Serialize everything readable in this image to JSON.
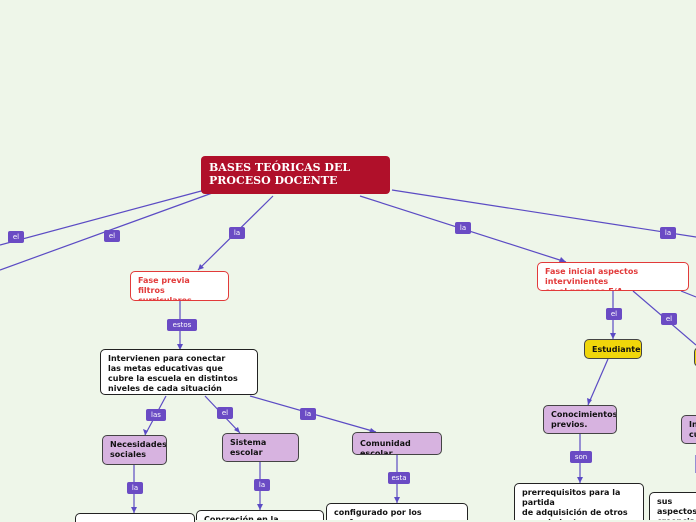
{
  "root": {
    "title": "BASES TEÓRICAS DEL\nPROCESO DOCENTE"
  },
  "fase_previa": {
    "title": "Fase previa\nfiltros curriculares"
  },
  "intervienen": {
    "text": "Intervienen para conectar\nlas metas educativas que\ncubre la escuela en distintos\nniveles de cada situación educativa."
  },
  "necesidades": {
    "text": "Necesidades\nsociales"
  },
  "sistema": {
    "text": "Sistema\nescolar"
  },
  "comunidad": {
    "text": "Comunidad escolar"
  },
  "fase_inicial": {
    "title": "Fase inicial aspectos intervinientes\nen el proceso E/A"
  },
  "estudiante": {
    "text": "Estudiante"
  },
  "conocimientos": {
    "text": "Conocimientos\nprevios."
  },
  "prerrequisitos": {
    "text": "prerrequisitos para la partida\nde adquisición de otros\nconocimientos."
  },
  "configurado": {
    "text": "configurado por los profesores,\nalumnos y gestión escolar"
  },
  "concrecion": {
    "text": "Concreción en la\nlegislación"
  },
  "aspectos": {
    "text": "sus aspectos\ncreencias y\nprofesión"
  },
  "in_partial": {
    "text": "In\ncu"
  },
  "badges": {
    "el_far_left": "el",
    "el_left": "el",
    "la_previa": "la",
    "la_inicial": "la",
    "la_far_right": "la",
    "estos": "estos",
    "las": "las",
    "el_sistema": "el",
    "la_comunidad": "la",
    "la_necesidades": "la",
    "la_sistema": "la",
    "esta": "esta",
    "el_estudiante": "el",
    "el_right": "el",
    "son": "son"
  },
  "colors": {
    "background": "#eef6e9",
    "root": "#b0102a",
    "connector": "#6a4bc4",
    "purple_node": "#d7b3e0",
    "yellow_node": "#f0d60a",
    "red_text": "#e23a3a"
  }
}
